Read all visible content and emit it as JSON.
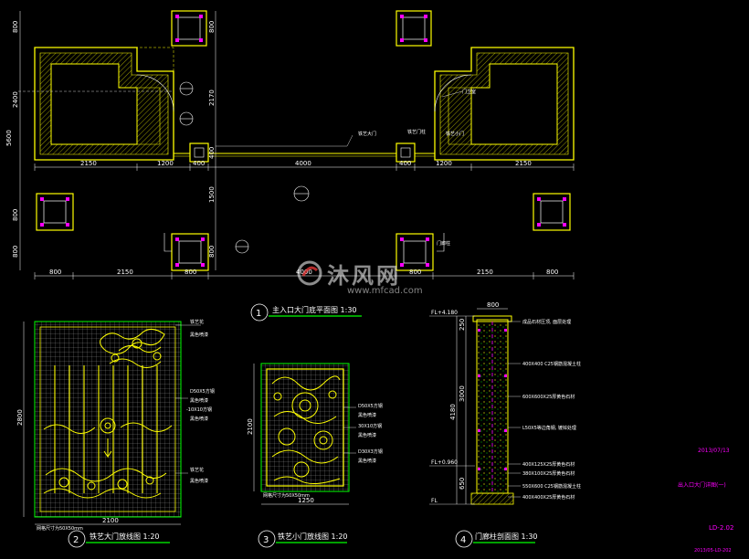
{
  "plan": {
    "top_dims": [
      "2150",
      "1200",
      "400",
      "4000",
      "400",
      "1200",
      "2150"
    ],
    "bottom_dims": [
      "800",
      "2150",
      "800",
      "4000",
      "800",
      "2150",
      "800"
    ],
    "left_dims": [
      "800",
      "2400",
      "5600",
      "800",
      "800"
    ],
    "right_dims": [
      "800",
      "2170",
      "400",
      "1500",
      "800"
    ],
    "callouts": [
      "门卫室",
      "铁艺大门",
      "铁艺门柱",
      "铁艺小门",
      "门廊柱"
    ]
  },
  "titles": {
    "t1_num": "1",
    "t1": "主入口大门底平面图 1:30",
    "t2_num": "2",
    "t2": "铁艺大门放线图 1:20",
    "t3_num": "3",
    "t3": "铁艺小门放线图 1:20",
    "t4_num": "4",
    "t4": "门廊柱剖面图 1:30"
  },
  "gate_large": {
    "height_dim": "2800",
    "width_dim": "2100",
    "grid_note": "网格尺寸为50X50mm",
    "notes": [
      "铁艺花",
      "黑色喷漆",
      "D50X5方钢",
      "黑色喷漆",
      "-10X10方钢",
      "黑色喷漆",
      "铁艺花",
      "黑色喷漆"
    ]
  },
  "gate_small": {
    "height_dim": "2100",
    "width_dim": "1250",
    "grid_note": "网格尺寸为50X50mm",
    "notes": [
      "D50X5方钢",
      "黑色喷漆",
      "30X10方钢",
      "黑色喷漆",
      "D30X3方钢",
      "黑色喷漆"
    ]
  },
  "section": {
    "top_dim": "800",
    "fl_top": "FL+4.180",
    "fl_mid": "FL+0.960",
    "fl_bot": "FL",
    "left_dims": [
      "250",
      "3000",
      "650",
      "4180"
    ],
    "notes": [
      "成品石材压顶, 面层处理",
      "400X400 C25钢筋混凝土柱",
      "600X600X25厚黄色石材",
      "L50X5等边角钢, 镀锌处理",
      "400X125X25厚黄色石材",
      "380X100X25厚黄色石材",
      "550X600 C25钢筋混凝土柱",
      "400X400X25厚黄色石材"
    ]
  },
  "titleblock": {
    "date": "2013/07/13",
    "sheet_title": "出入口大门详图(一)",
    "sheet_no": "LD-2.02",
    "code": "2013/05-LD-202"
  },
  "watermark": {
    "cn": "沐风网",
    "url": "www.mfcad.com"
  },
  "colors": {
    "yellow": "#ffff00",
    "green": "#00ff00",
    "magenta": "#ff00ff",
    "white": "#ffffff",
    "bg": "#000000"
  }
}
